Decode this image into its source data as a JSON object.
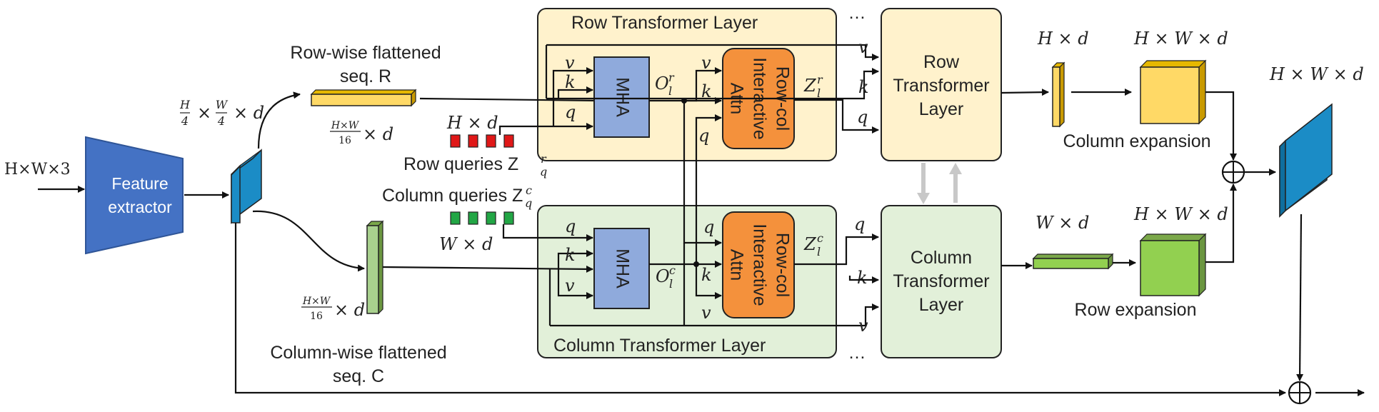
{
  "input": {
    "label": "H×W×3"
  },
  "feature_extractor": {
    "line1": "Feature",
    "line2": "extractor",
    "color": "#4472C4"
  },
  "feature_map": {
    "dims": "H/4 × W/4 × d"
  },
  "row_seq": {
    "title_line1": "Row-wise flattened",
    "title_line2": "seq. R",
    "dims": "HW/16 × d"
  },
  "col_seq": {
    "title_line1": "Column-wise flattened",
    "title_line2": "seq. C",
    "dims": "HW/16 × d"
  },
  "row_queries": {
    "dims": "H × d",
    "label": "Row queries Z",
    "label_sup": "r",
    "label_sub": "q"
  },
  "col_queries": {
    "dims": "W × d",
    "label": "Column queries Z",
    "label_sup": "c",
    "label_sub": "q"
  },
  "row_layer": {
    "title": "Row Transformer Layer",
    "mha": "MHA",
    "attn_lines": [
      "Row-col",
      "Interactive",
      "Attn"
    ],
    "o_label": "O",
    "o_sup": "r",
    "o_sub": "l",
    "z_label": "Z",
    "z_sup": "r",
    "z_sub": "l"
  },
  "col_layer": {
    "title": "Column Transformer Layer",
    "mha": "MHA",
    "attn_lines": [
      "Row-col",
      "Interactive",
      "Attn"
    ],
    "o_label": "O",
    "o_sup": "c",
    "o_sub": "l",
    "z_label": "Z",
    "z_sup": "c",
    "z_sub": "l"
  },
  "inputs": {
    "q": "q",
    "k": "k",
    "v": "v"
  },
  "ellipsis": "…",
  "row_transformer": {
    "line1": "Row",
    "line2": "Transformer",
    "line3": "Layer"
  },
  "col_transformer": {
    "line1": "Column",
    "line2": "Transformer",
    "line3": "Layer"
  },
  "row_out": {
    "dims": "H × d",
    "expand_dims": "H × W × d",
    "expansion_label": "Column expansion"
  },
  "col_out": {
    "dims": "W × d",
    "expand_dims": "H × W × d",
    "expansion_label": "Row expansion"
  },
  "output": {
    "dims": "H × W × d"
  },
  "colors": {
    "row_panel": "#FFF2CC",
    "col_panel": "#E2F0D9",
    "mha": "#8FAADC",
    "attn": "#F4913C",
    "yellow": "#FFD966",
    "green": "#92D050",
    "blue": "#1B8CC6",
    "red_query": "#E01818",
    "green_query": "#22A645"
  }
}
